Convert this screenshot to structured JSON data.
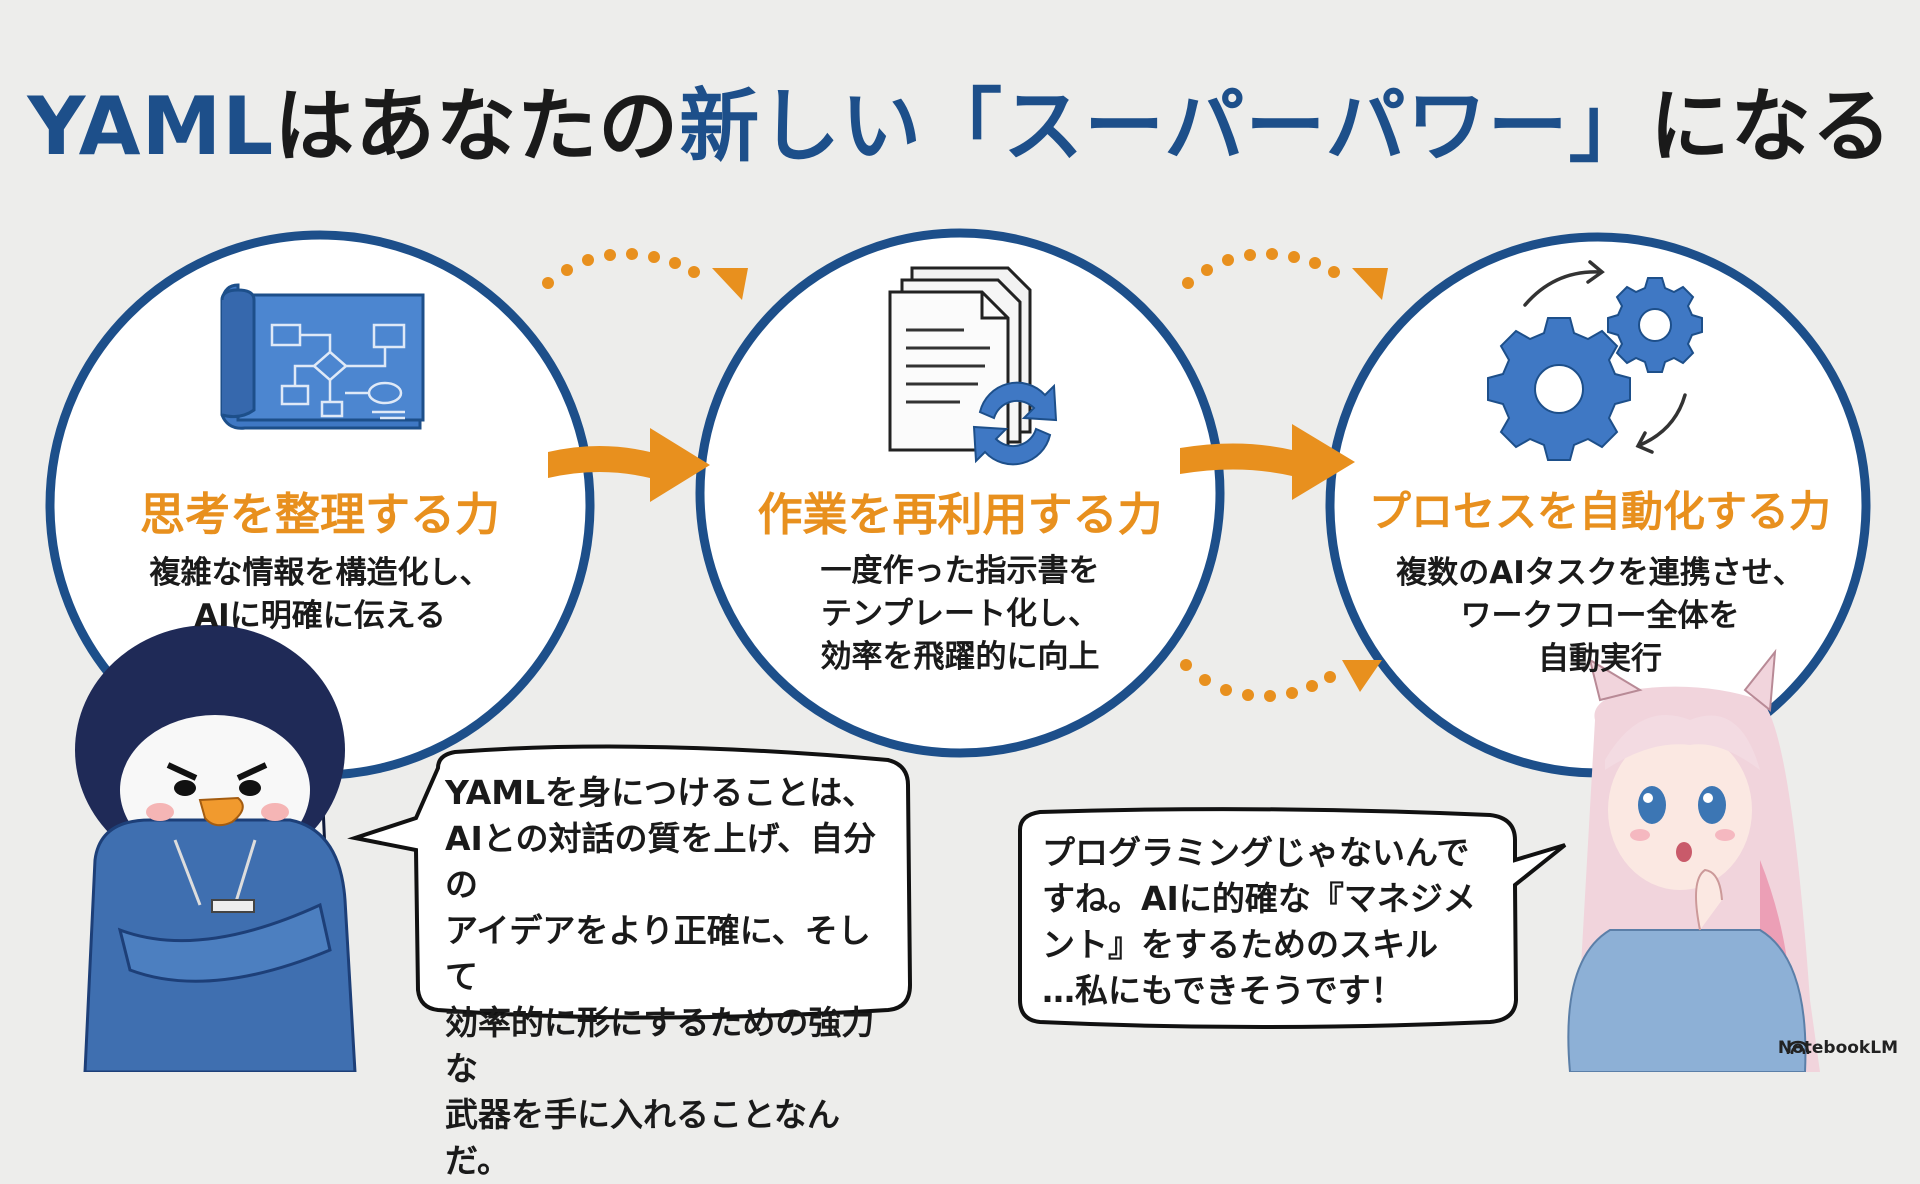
{
  "title": {
    "part1": "YAML",
    "part2": "はあなたの",
    "part3": "新しい「スーパーパワー」",
    "part4": "になる"
  },
  "panels": [
    {
      "title": "思考を整理する力",
      "lines": [
        "複雑な情報を構造化し、",
        "AIに明確に伝える"
      ]
    },
    {
      "title": "作業を再利用する力",
      "lines": [
        "一度作った指示書を",
        "テンプレート化し、",
        "効率を飛躍的に向上"
      ]
    },
    {
      "title": "プロセスを自動化する力",
      "lines": [
        "複数のAIタスクを連携させ、",
        "ワークフロー全体を",
        "自動実行"
      ]
    }
  ],
  "bubbles": {
    "penguin": [
      "YAMLを身につけることは、",
      "AIとの対話の質を上げ、自分の",
      "アイデアをより正確に、そして",
      "効率的に形にするための強力な",
      "武器を手に入れることなんだ。"
    ],
    "girl": [
      "プログラミングじゃないんで",
      "すね。AIに的確な『マネジメ",
      "ント』をするためのスキル",
      "…私にもできそうです！"
    ]
  },
  "logo": "NotebookLM",
  "colors": {
    "accent": "#e8901e",
    "primary": "#1d4f8a",
    "icon_blue": "#3f78c4"
  }
}
